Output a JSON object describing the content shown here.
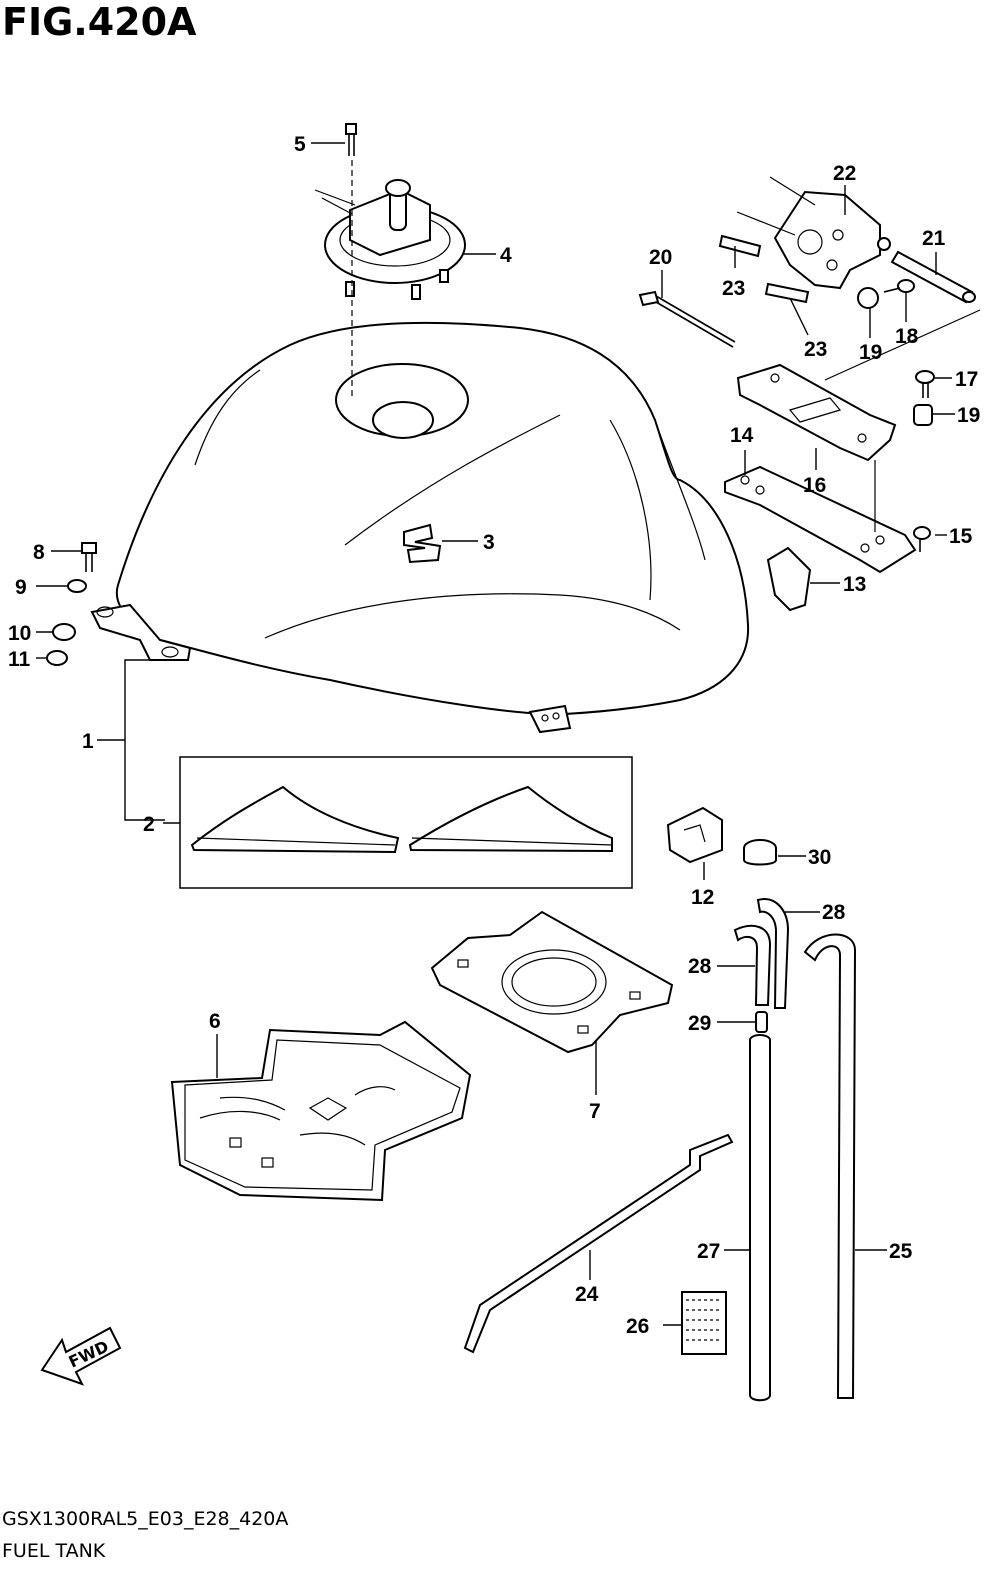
{
  "figure": {
    "title": "FIG.420A",
    "model_code": "GSX1300RAL5_E03_E28_420A",
    "name": "FUEL TANK",
    "fwd_label": "FWD"
  },
  "callouts": {
    "c1": "1",
    "c2": "2",
    "c3": "3",
    "c4": "4",
    "c5": "5",
    "c6": "6",
    "c7": "7",
    "c8": "8",
    "c9": "9",
    "c10": "10",
    "c11": "11",
    "c12": "12",
    "c13": "13",
    "c14": "14",
    "c15": "15",
    "c16": "16",
    "c17": "17",
    "c18": "18",
    "c19a": "19",
    "c19b": "19",
    "c20": "20",
    "c21": "21",
    "c22": "22",
    "c23a": "23",
    "c23b": "23",
    "c24": "24",
    "c25": "25",
    "c26": "26",
    "c27": "27",
    "c28a": "28",
    "c28b": "28",
    "c29": "29",
    "c30": "30"
  }
}
